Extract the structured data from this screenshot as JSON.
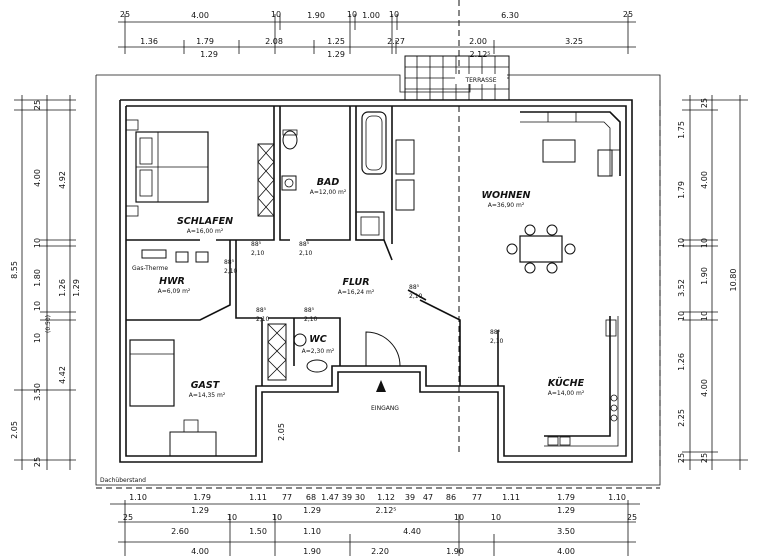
{
  "rooms": {
    "schlafen": {
      "name": "SCHLAFEN",
      "area": "A=16,00 m²"
    },
    "bad": {
      "name": "BAD",
      "area": "A=12,00 m²"
    },
    "wohnen": {
      "name": "WOHNEN",
      "area": "A=36,90 m²"
    },
    "hwr": {
      "name": "HWR",
      "area": "A=6,09 m²"
    },
    "flur": {
      "name": "FLUR",
      "area": "A=16,24 m²"
    },
    "wc": {
      "name": "WC",
      "area": "A=2,30 m²"
    },
    "gast": {
      "name": "GAST",
      "area": "A=14,35 m²"
    },
    "kueche": {
      "name": "KÜCHE",
      "area": "A=14,00 m²"
    }
  },
  "labels": {
    "terrasse": "TERRASSE",
    "eingang": "EINGANG",
    "gastherme": "Gas-Therme",
    "dachueberstand": "Dachüberstand"
  },
  "doors": {
    "d1": {
      "w": "88⁵",
      "h": "2,10"
    },
    "d2": {
      "w": "88⁵",
      "h": "2,10"
    },
    "d3": {
      "w": "88⁵",
      "h": "2,10"
    },
    "d4": {
      "w": "88⁵",
      "h": "2,10"
    },
    "d5": {
      "w": "88⁵",
      "h": "2,10"
    },
    "d6": {
      "w": "88⁵",
      "h": "2,10"
    },
    "d7": {
      "w": "88⁵",
      "h": "2,10"
    }
  },
  "dims_top": {
    "row1": [
      "25",
      "4.00",
      "10",
      "1.90",
      "10",
      "1.00",
      "10",
      "6.30",
      "25"
    ],
    "row2": [
      "1.36",
      "1.79",
      "2.08",
      "1.25",
      "2.27",
      "2.00",
      "3.25"
    ],
    "row3": [
      "1.29",
      "1.29",
      "2.12⁵"
    ]
  },
  "dims_bottom": {
    "row1": [
      "1.10",
      "1.79",
      "1.11",
      "77",
      "68",
      "1.47",
      "39",
      "30",
      "1.12",
      "39",
      "47",
      "86",
      "77",
      "1.11",
      "1.79",
      "1.10"
    ],
    "row2": [
      "1.29",
      "1.29",
      "2.12⁵",
      "1.29"
    ],
    "row3": [
      "25",
      "10",
      "10",
      "10",
      "10",
      "25"
    ],
    "row4": [
      "2.60",
      "1.50",
      "1.10",
      "4.40",
      "3.50"
    ],
    "row5": [
      "4.00",
      "1.90",
      "2.20",
      "1.90",
      "4.00"
    ]
  },
  "dims_left": {
    "inner": [
      "25",
      "4.00",
      "10",
      "1.80",
      "10",
      "10",
      "3.50",
      "25"
    ],
    "middle": [
      "4.92",
      "1.26",
      "1.29",
      "4.42"
    ],
    "extra": [
      "(0.50)"
    ],
    "outer": [
      "8.55",
      "2.05"
    ]
  },
  "dims_right": {
    "inner": [
      "1.75",
      "1.79",
      "10",
      "3.52",
      "10",
      "1.26",
      "2.25",
      "25"
    ],
    "middle": [
      "25",
      "4.00",
      "10",
      "1.90",
      "10",
      "4.00",
      "25"
    ],
    "outer": [
      "10.80"
    ]
  },
  "dims_misc": {
    "entry_depth": "2.05"
  }
}
